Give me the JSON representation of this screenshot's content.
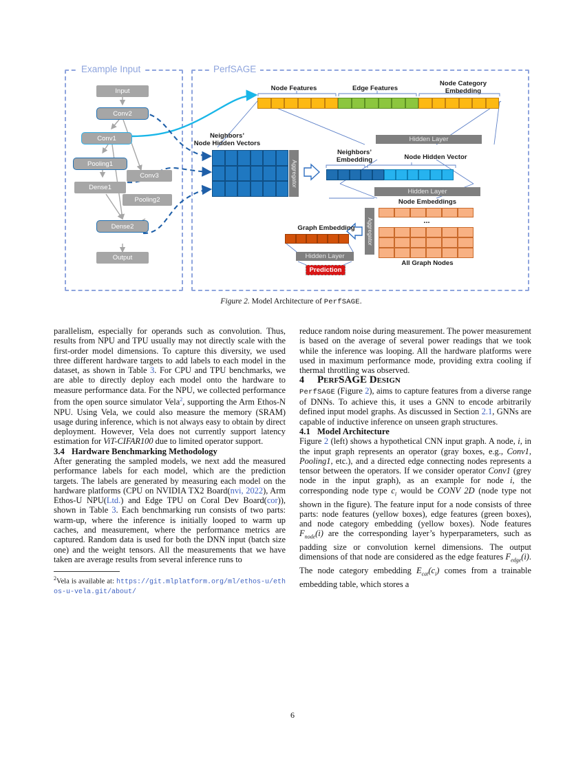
{
  "figure": {
    "left_panel_title": "Example Input",
    "right_panel_title": "PerfSAGE",
    "graph_nodes": [
      {
        "id": "input",
        "label": "Input"
      },
      {
        "id": "conv2",
        "label": "Conv2"
      },
      {
        "id": "conv1",
        "label": "Conv1"
      },
      {
        "id": "pooling1",
        "label": "Pooling1"
      },
      {
        "id": "dense1",
        "label": "Dense1"
      },
      {
        "id": "conv3",
        "label": "Conv3"
      },
      {
        "id": "pooling2",
        "label": "Pooling2"
      },
      {
        "id": "dense2",
        "label": "Dense2"
      },
      {
        "id": "output",
        "label": "Output"
      }
    ],
    "labels": {
      "node_features": "Node Features",
      "edge_features": "Edge Features",
      "node_category_embedding": "Node Category\nEmbedding",
      "node_category_embedding_l1": "Node Category",
      "node_category_embedding_l2": "Embedding",
      "neighbors_node_hidden_vectors_l1": "Neighbors’",
      "neighbors_node_hidden_vectors_l2": "Node Hidden Vectors",
      "neighbors_embedding_l1": "Neighbors’",
      "neighbors_embedding_l2": "Embedding",
      "node_hidden_vector": "Node Hidden Vector",
      "node_embeddings": "Node Embeddings",
      "all_graph_nodes": "All Graph Nodes",
      "graph_embedding": "Graph Embedding",
      "hidden_layer": "Hidden Layer",
      "aggregator": "Aggregator",
      "prediction": "Prediction",
      "ellipsis": "..."
    },
    "counts": {
      "node_features_cells": 6,
      "edge_features_cells": 6,
      "node_category_cells": 6,
      "neighbors_embedding_cells": 5,
      "node_hidden_vector_cells": 6,
      "node_embeddings_cells": 6,
      "graph_embedding_cells": 6,
      "matrix_cols": 6,
      "matrix_rows": 3
    },
    "colors": {
      "yellow": "#fdb913",
      "green": "#8cc63e",
      "dark_blue": "#1f6fb2",
      "light_blue": "#26b3ef",
      "peach": "#f8b183",
      "orange": "#d2520a",
      "gray": "#7f7f7f",
      "prediction_red": "#d81616",
      "dash_border": "#8ea4dd"
    },
    "caption_prefix": "Figure 2.",
    "caption_text": " Model Architecture of ",
    "caption_mono": "PerfSAGE",
    "caption_suffix": "."
  },
  "left_column": {
    "para1_a": "parallelism, especially for operands such as convolution. Thus, results from NPU and TPU usually may not directly scale with the first-order model dimensions. To capture this diversity, we used three different hardware targets to add labels to each model in the dataset, as shown in Table ",
    "para1_ref1": "3",
    "para1_b": ". For CPU and TPU benchmarks, we are able to directly deploy each model onto the hardware to measure performance data. For the NPU, we collected performance from the open source simulator Vela",
    "para1_fn": "2",
    "para1_c": ", supporting the Arm Ethos-N NPU. Using Vela, we could also measure the memory (SRAM) usage during inference, which is not always easy to obtain by direct deployment. However, Vela does not currently support latency estimation for ",
    "para1_it": "ViT-CIFAR100",
    "para1_d": " due to limited operator support.",
    "section_number": "3.4",
    "section_title": "Hardware Benchmarking Methodology",
    "para2_a": "After generating the sampled models, we next add the measured performance labels for each model, which are the prediction targets. The labels are generated by measuring each model on the hardware platforms (CPU on NVIDIA TX2 Board(",
    "para2_ref1": "nvi, 2022",
    "para2_b": "), Arm Ethos-U NPU(",
    "para2_ref2": "Ltd.",
    "para2_c": ") and Edge TPU on Coral Dev Board(",
    "para2_ref3": "cor",
    "para2_d": ")), shown in Table ",
    "para2_ref4": "3",
    "para2_e": ". Each benchmarking run consists of two parts: warm-up, where the inference is initially looped to warm up caches, and measurement, where the performance metrics are captured. Random data is used for both the DNN input (batch size one) and the weight tensors. All the measurements that we have taken are average results from several inference runs to",
    "footnote_marker": "2",
    "footnote_text": "Vela is available at: ",
    "footnote_url": "https://git.mlplatform.org/ml/ethos-u/ethos-u-vela.git/about/"
  },
  "right_column": {
    "para1": "reduce random noise during measurement. The power measurement is based on the average of several power readings that we took while the inference was looping. All the hardware platforms were used in maximum performance mode, providing extra cooling if thermal throttling was observed.",
    "bigsection_number": "4",
    "bigsection_title": "PerfSAGE Design",
    "para2_mono": "PerfSAGE",
    "para2_a": " (Figure ",
    "para2_ref1": "2",
    "para2_b": "), aims to capture features from a diverse range of DNNs. To achieve this, it uses a GNN to encode arbitrarily defined input model graphs. As discussed in Section ",
    "para2_ref2": "2.1",
    "para2_c": ", GNNs are capable of inductive inference on unseen graph structures.",
    "section_number": "4.1",
    "section_title": "Model Architecture",
    "para3_a": "Figure ",
    "para3_ref1": "2",
    "para3_b": " (left) shows a hypothetical CNN input graph. A node, ",
    "para3_i1": "i",
    "para3_c": ", in the input graph represents an operator (gray boxes, e.g., ",
    "para3_it1": "Conv1",
    "para3_d": ", ",
    "para3_it2": "Pooling1",
    "para3_e": ", etc.), and a directed edge connecting nodes represents a tensor between the operators. If we consider operator ",
    "para3_it3": "Conv1",
    "para3_f": " (grey node in the input graph), as an example for node ",
    "para3_i2": "i",
    "para3_g": ", the corresponding node type ",
    "para3_sub1": "c",
    "para3_sub1s": "i",
    "para3_h": " would be ",
    "para3_it4": "CONV 2D",
    "para3_i": " (node type not shown in the figure). The feature input for a node consists of three parts: node features (yellow boxes), edge features (green boxes), and node category embedding (yellow boxes). Node features ",
    "para3_f1": "F",
    "para3_f1s": "node",
    "para3_f1b": "(i)",
    "para3_j": " are the corresponding layer’s hyperparameters, such as padding size or convolution kernel dimensions. The output dimensions of that node are considered as the edge features ",
    "para3_f2": "F",
    "para3_f2s": "edge",
    "para3_f2b": "(i)",
    "para3_k": ". The node category embedding ",
    "para3_f3": "E",
    "para3_f3s": "cat",
    "para3_f3b": "(c",
    "para3_f3s2": "i",
    "para3_f3c": ")",
    "para3_l": " comes from a trainable embedding table, which stores a"
  },
  "page_number": "6"
}
